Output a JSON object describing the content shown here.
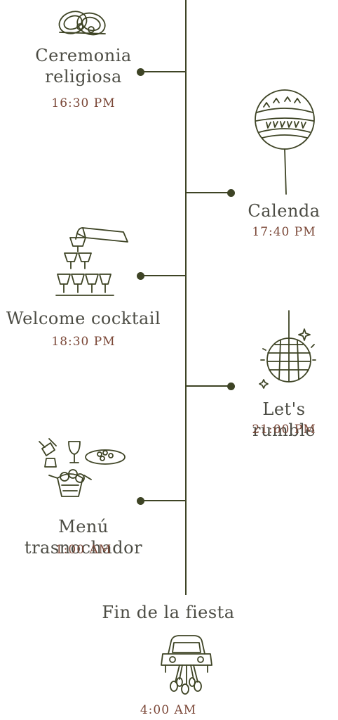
{
  "events": [
    {
      "title_line1": "Ceremonia",
      "title_line2": "religiosa",
      "time": "16:30 PM",
      "icon": "wedding-rings-icon"
    },
    {
      "title": "Calenda",
      "time": "17:40 PM",
      "icon": "balloon-icon"
    },
    {
      "title": "Welcome cocktail",
      "time": "18:30 PM",
      "icon": "champagne-tower-icon"
    },
    {
      "title": "Let's rumble",
      "time": "21:00 PM",
      "icon": "disco-ball-icon"
    },
    {
      "title": "Menú trasnochador",
      "time": "1:00 AM",
      "icon": "food-platter-icon"
    },
    {
      "title": "Fin de la fiesta",
      "time": "4:00 AM",
      "icon": "just-married-car-icon"
    }
  ],
  "colors": {
    "line": "#3e4425",
    "title": "#4c4c44",
    "time": "#7a4636"
  }
}
